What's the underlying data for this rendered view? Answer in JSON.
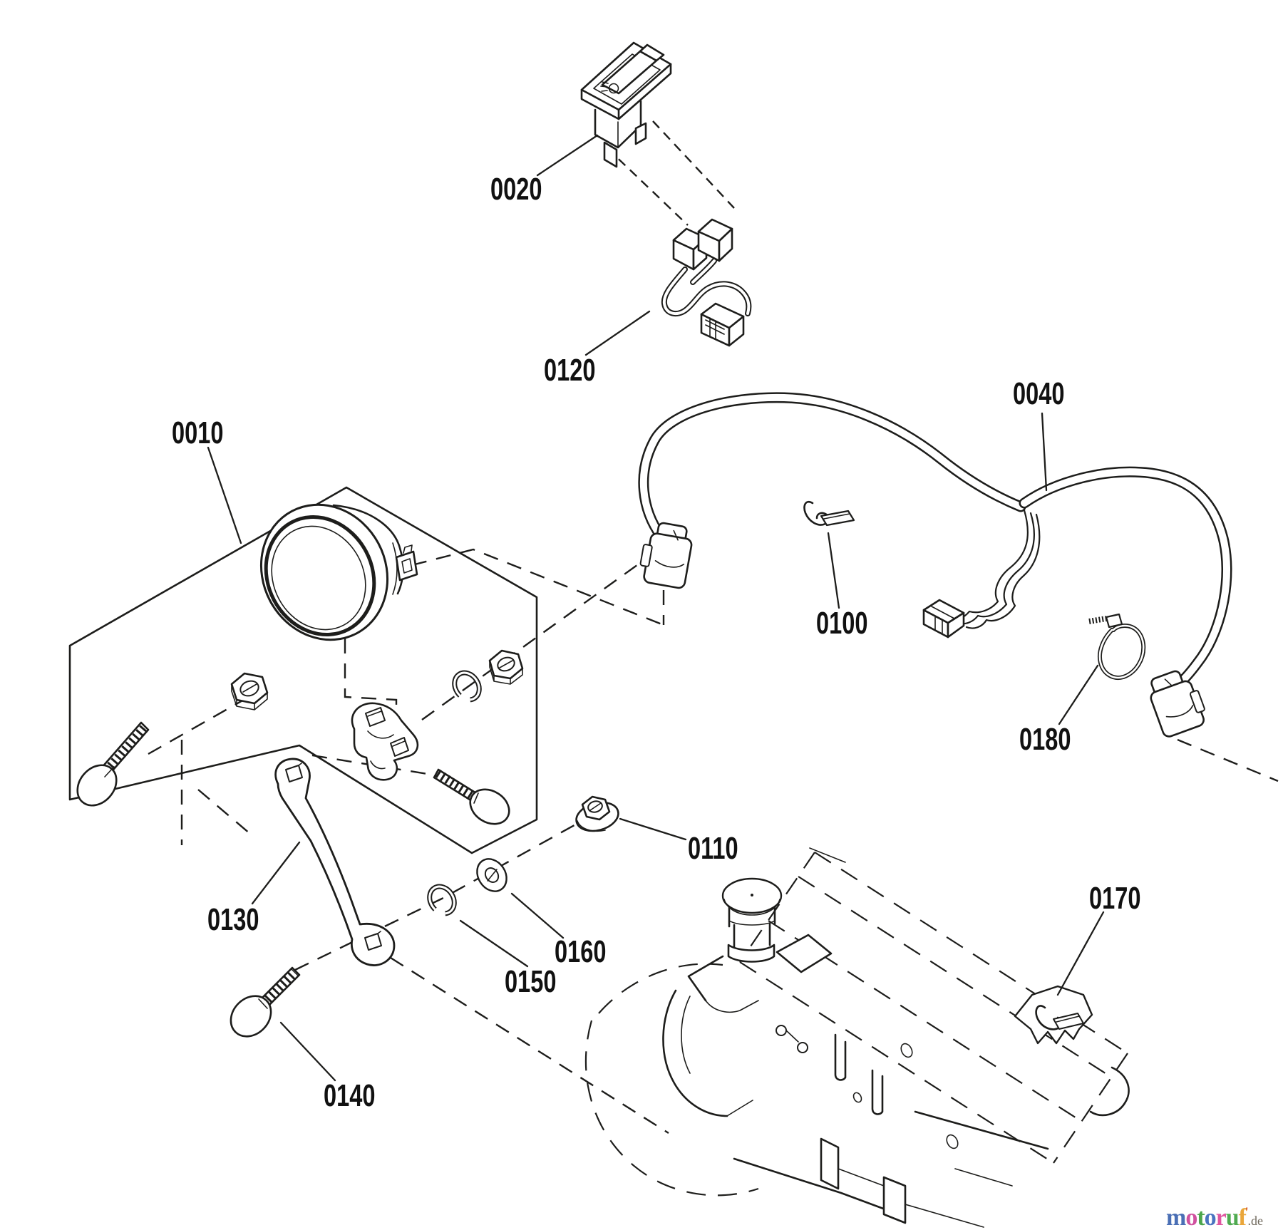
{
  "diagram": {
    "kind": "exploded-parts-diagram",
    "part_labels": {
      "p0010": "0010",
      "p0020": "0020",
      "p0040": "0040",
      "p0100": "0100",
      "p0110": "0110",
      "p0120": "0120",
      "p0130": "0130",
      "p0140": "0140",
      "p0150": "0150",
      "p0160": "0160",
      "p0170": "0170",
      "p0180": "0180"
    }
  },
  "watermark": {
    "letters": [
      {
        "ch": "m",
        "style": "color:#4a6fb5"
      },
      {
        "ch": "o",
        "style": "color:#d0519f"
      },
      {
        "ch": "t",
        "style": "color:#4ca64c"
      },
      {
        "ch": "o",
        "style": "color:#4a74c0"
      },
      {
        "ch": "r",
        "style": "color:#e0559f"
      },
      {
        "ch": "u",
        "style": "color:#4faa50"
      },
      {
        "ch": "f",
        "style": "color:#eaa63a"
      }
    ],
    "tick": "'",
    "tick_style": "color:#cc4422",
    "suffix": ".de",
    "suffix_style": "color:#6f685c"
  },
  "colors": {
    "background": "#ffffff",
    "line": "#1d1d1b",
    "label_text": "#111111"
  }
}
